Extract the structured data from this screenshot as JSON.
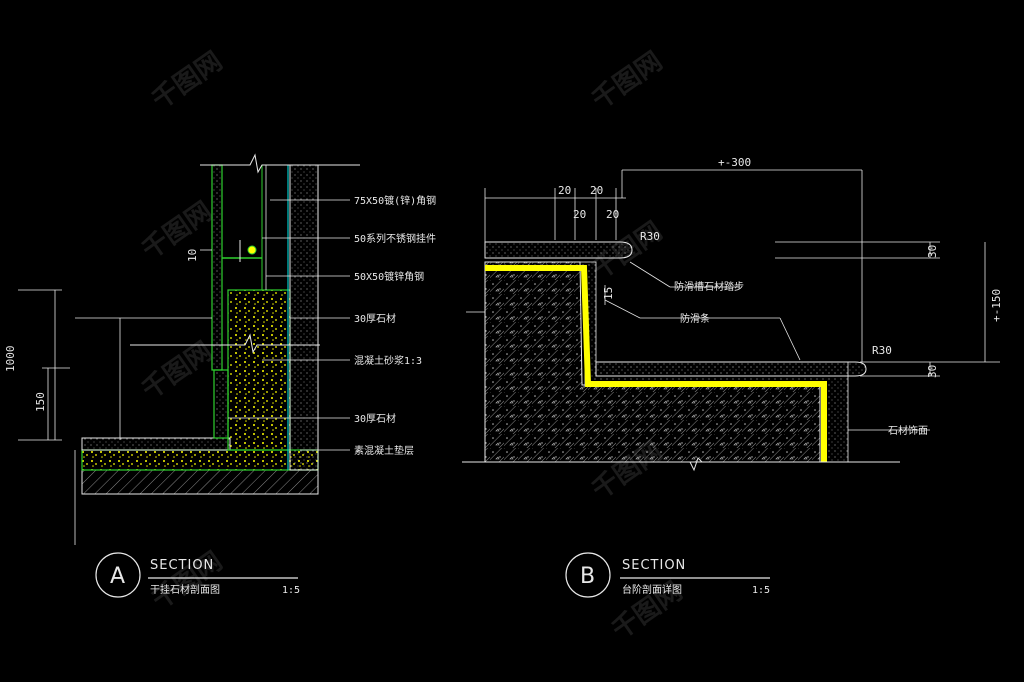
{
  "section_a": {
    "letter": "A",
    "title": "SECTION",
    "subtitle": "干挂石材剖面图",
    "scale": "1:5",
    "annotations": [
      "75X50镀(锌)角钢",
      "50系列不锈钢挂件",
      "50X50镀锌角钢",
      "30厚石材",
      "混凝土砂浆1:3",
      "30厚石材",
      "素混凝土垫层"
    ],
    "dims": {
      "d1000": "1000",
      "d150": "150",
      "d10": "10"
    }
  },
  "section_b": {
    "letter": "B",
    "title": "SECTION",
    "subtitle": "台阶剖面详图",
    "scale": "1:5",
    "annotations": [
      "防滑槽石材踏步",
      "防滑条",
      "石材饰面"
    ],
    "dims": {
      "top": "+-300",
      "d20a": "20",
      "d20b": "20",
      "d20c": "20",
      "d20d": "20",
      "r30a": "R30",
      "r30b": "R30",
      "d15": "15",
      "d30a": "30",
      "d30b": "30",
      "d150": "+-150"
    }
  },
  "colors": {
    "background": "#000000",
    "line": "#e8e8e8",
    "green": "#2fd02f",
    "yellow": "#ffff00",
    "cyan": "#00c8c8",
    "hatch": "#9a9a9a"
  },
  "watermark": "千图网"
}
